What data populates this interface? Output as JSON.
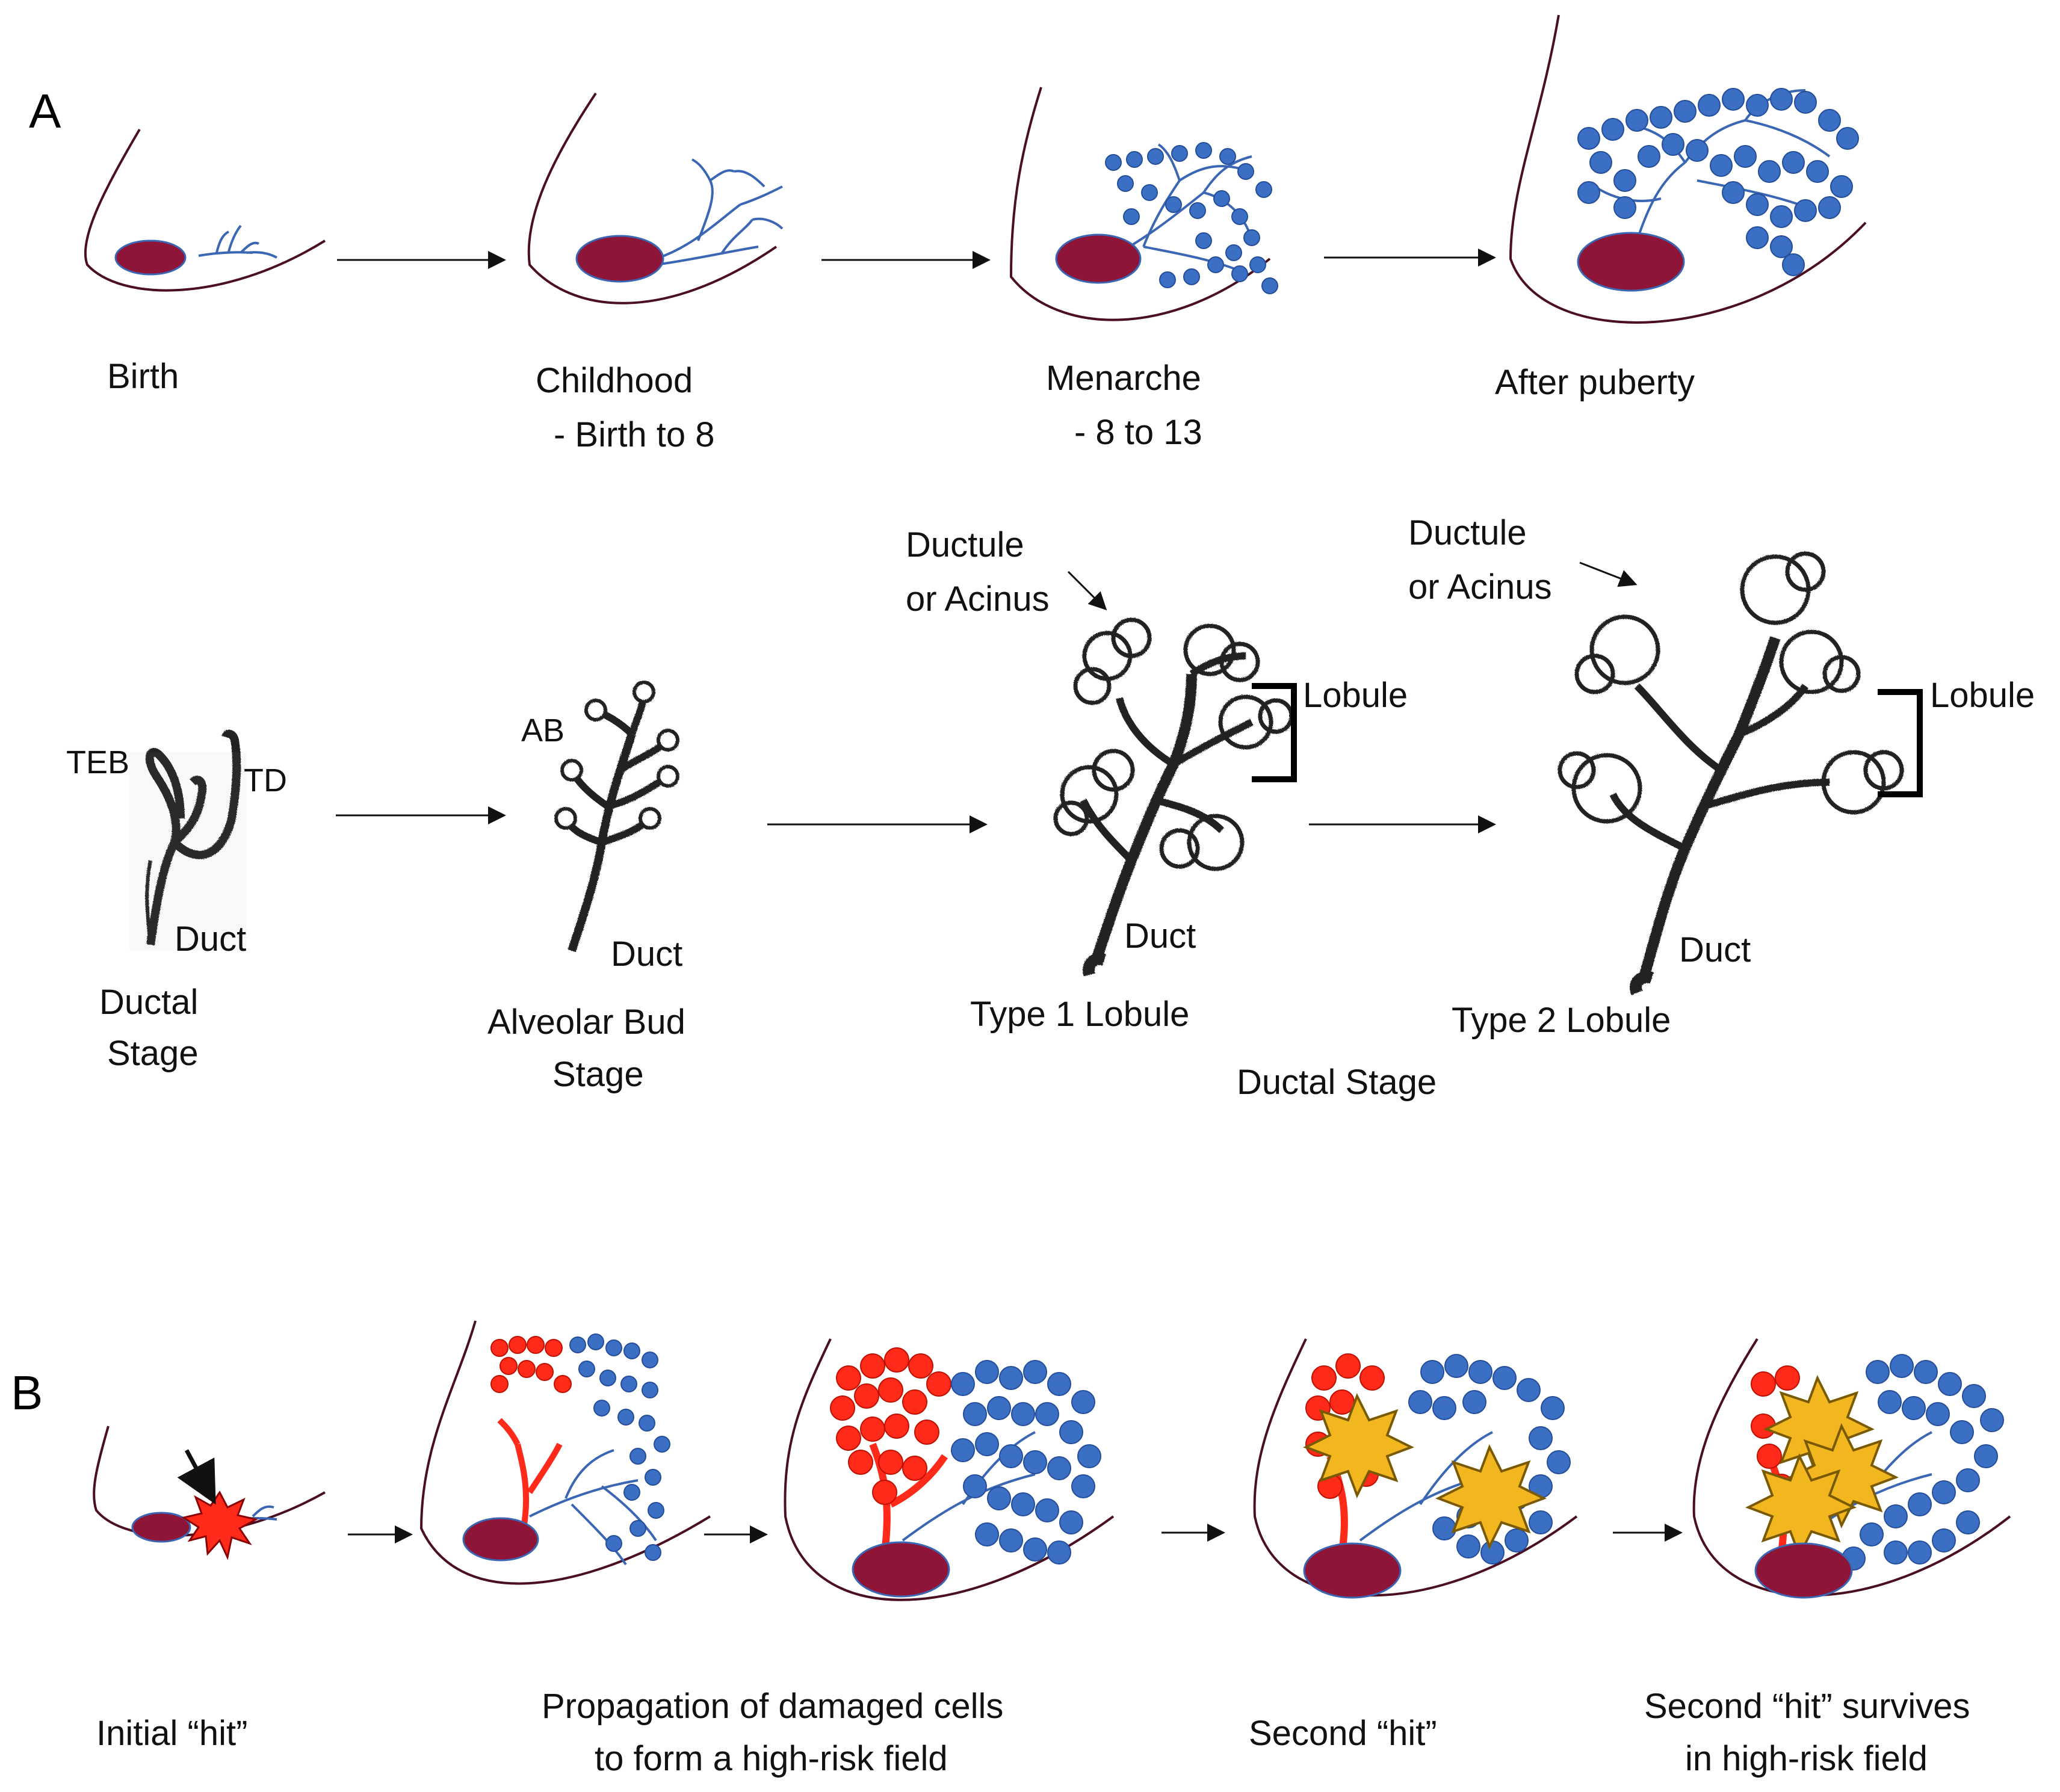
{
  "panels": {
    "a": "A",
    "b": "B"
  },
  "colors": {
    "nipple": "#8e1538",
    "outline": "#4a1020",
    "duct_blue": "#3a66b3",
    "acini_blue": "#3b6fc4",
    "damaged_red": "#ff2a1a",
    "hit_yellow": "#f2b61e",
    "arrow": "#111111"
  },
  "icons": {
    "hit": "starburst-icon",
    "arrow": "arrow-right-icon",
    "bracket": "bracket-icon"
  },
  "row1": {
    "stages": [
      {
        "line1": "Birth",
        "line2": ""
      },
      {
        "line1": "Childhood",
        "line2": "- Birth to 8"
      },
      {
        "line1": "Menarche",
        "line2": "- 8 to 13"
      },
      {
        "line1": "After puberty",
        "line2": ""
      }
    ]
  },
  "row2": {
    "stage1": {
      "teb": "TEB",
      "td": "TD",
      "duct": "Duct",
      "name1": "Ductal",
      "name2": "Stage"
    },
    "stage2": {
      "ab": "AB",
      "duct": "Duct",
      "name1": "Alveolar Bud",
      "name2": "Stage"
    },
    "stage3": {
      "ductule1": "Ductule",
      "ductule2": "or Acinus",
      "lobule": "Lobule",
      "duct": "Duct",
      "name": "Type 1 Lobule"
    },
    "stage4": {
      "ductule1": "Ductule",
      "ductule2": "or Acinus",
      "lobule": "Lobule",
      "duct": "Duct",
      "name": "Type 2 Lobule"
    },
    "group": "Ductal Stage"
  },
  "row3": {
    "captions": [
      {
        "line1": "Initial “hit”",
        "line2": ""
      },
      {
        "line1": "Propagation of damaged cells",
        "line2": "to form a high-risk field"
      },
      {
        "line1": "Second “hit”",
        "line2": ""
      },
      {
        "line1": "Second “hit” survives",
        "line2": "in high-risk field"
      }
    ]
  }
}
